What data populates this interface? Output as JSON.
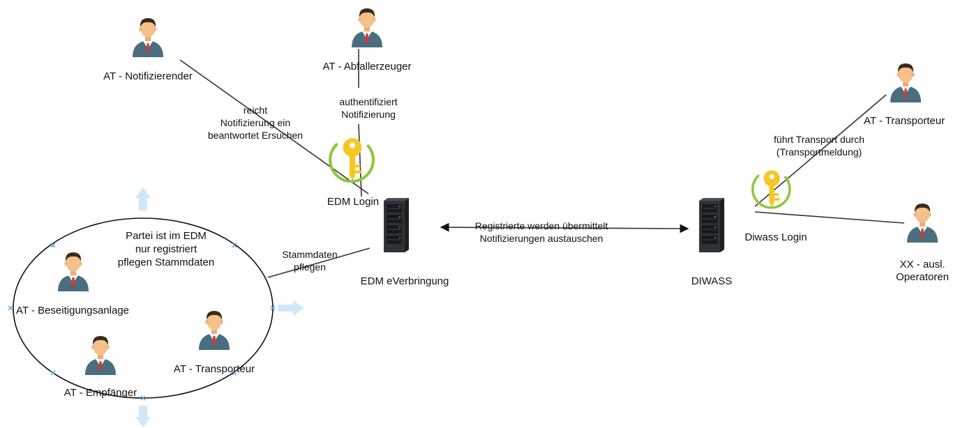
{
  "colors": {
    "person_suit": "#4a6d80",
    "person_skin": "#f6c08b",
    "person_hair": "#3a2a1e",
    "person_tie": "#d33a2c",
    "server_body": "#2f3337",
    "key_yellow": "#f6c623",
    "key_ring": "#8cc63f",
    "handle_blue": "#4aa3df",
    "ghost_arrow": "#cfe7f7"
  },
  "icons": {
    "person": "businessman-icon",
    "server": "server-rack-icon",
    "key": "key-icon"
  },
  "actors": {
    "notifizierender": "AT - Notifizierender",
    "abfallerzeuger": "AT - Abfallerzeuger",
    "transporteur_top": "AT - Transporteur",
    "ausl_operatoren": [
      "XX - ausl.",
      "Operatoren"
    ],
    "beseitigungsanlage": "AT - Beseitigungsanlage",
    "empfaenger": "AT - Empfänger",
    "transporteur_group": "AT - Transporteur"
  },
  "systems": {
    "edm": "EDM eVerbringung",
    "edm_login": "EDM Login",
    "diwass": "DIWASS",
    "diwass_login": "Diwass Login"
  },
  "relations": {
    "reicht": [
      "reicht",
      "Notifizierung ein",
      "beantwortet Ersuchen"
    ],
    "authentifiziert": [
      "authentifiziert",
      "Notifizierung"
    ],
    "transport": [
      "führt Transport durch",
      "(Transportmeldung)"
    ],
    "stammdaten": [
      "Stammdaten",
      "pflegen"
    ],
    "exchange": [
      "Registrierte werden übermittelt",
      "Notifizierungen austauschen"
    ]
  },
  "group": {
    "note": [
      "Partei ist im EDM",
      "nur registriert",
      "pflegen Stammdaten"
    ]
  }
}
